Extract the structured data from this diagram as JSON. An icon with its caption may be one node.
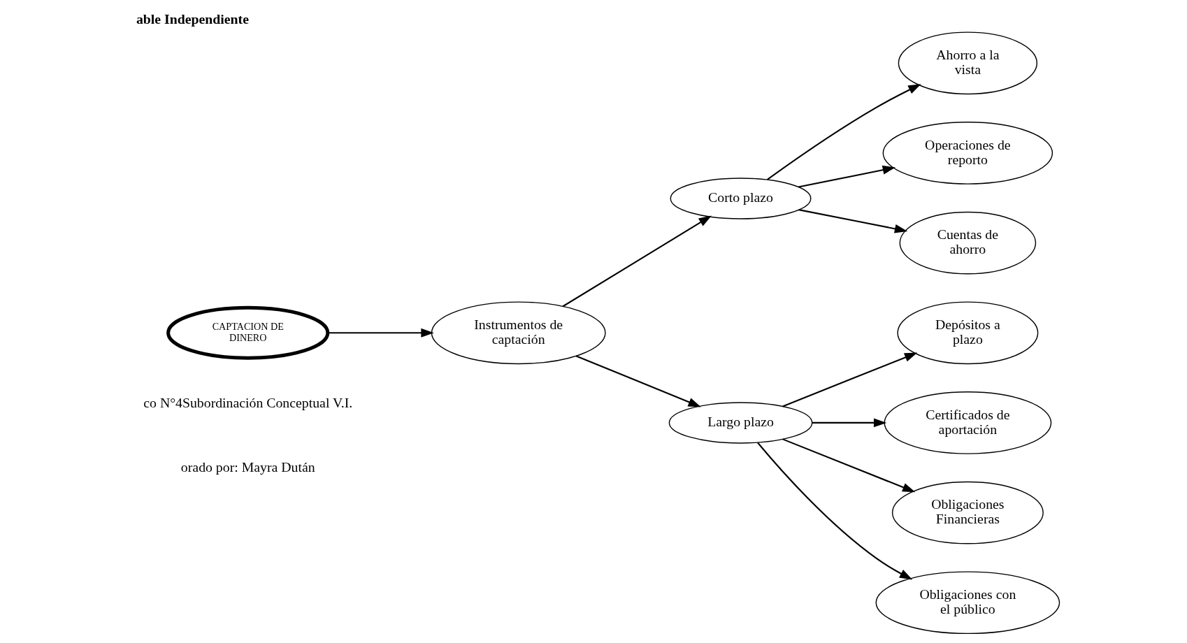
{
  "diagram": {
    "title": "able Independiente",
    "nodes": [
      {
        "text": [
          "CAPTACION DE DINERO"
        ]
      },
      {
        "text": [
          "Instrumentos de captación"
        ]
      },
      {
        "text": [
          "Corto plazo"
        ]
      },
      {
        "text": [
          "Ahorro a la vista"
        ]
      },
      {
        "text": [
          "Operaciones de reporto"
        ]
      },
      {
        "text": [
          "Cuentas de ahorro"
        ]
      },
      {
        "text": [
          "Largo plazo"
        ]
      },
      {
        "text": [
          "Depósitos a plazo"
        ]
      },
      {
        "text": [
          "Certificados de aportación"
        ]
      },
      {
        "text": [
          "Obligaciones Financieras"
        ]
      },
      {
        "text": [
          "Obligaciones con el público"
        ]
      }
    ],
    "edges": [
      {
        "from": 0,
        "to": 1,
        "arrow": "to"
      },
      {
        "from": 1,
        "to": 2,
        "arrow": "to"
      },
      {
        "from": 1,
        "to": 6,
        "arrow": "to"
      },
      {
        "from": 2,
        "to": 3,
        "arrow": "to"
      },
      {
        "from": 2,
        "to": 4,
        "arrow": "to"
      },
      {
        "from": 2,
        "to": 5,
        "arrow": "to"
      },
      {
        "from": 6,
        "to": 7,
        "arrow": "to"
      },
      {
        "from": 6,
        "to": 8,
        "arrow": "to"
      },
      {
        "from": 6,
        "to": 9,
        "arrow": "to"
      },
      {
        "from": 6,
        "to": 10,
        "arrow": "to"
      }
    ],
    "labels": [
      "co N°4Subordinación Conceptual V.I.",
      "orado por: Mayra Dután"
    ]
  }
}
